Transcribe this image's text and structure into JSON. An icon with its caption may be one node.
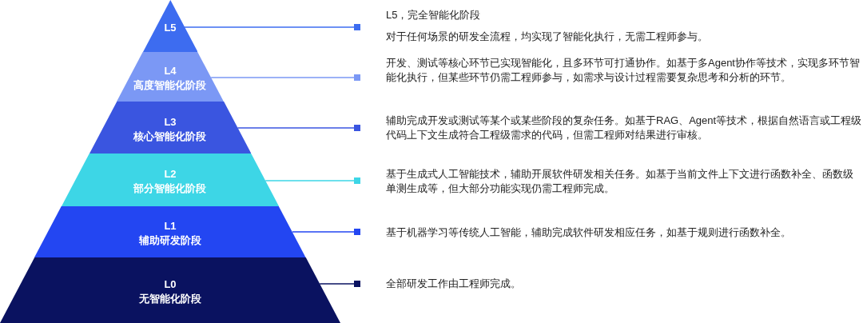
{
  "diagram": {
    "nodes": [
      {
        "text": [
          "L5"
        ]
      },
      {
        "text": [
          "L4",
          "高度智能化阶段"
        ]
      },
      {
        "text": [
          "L3",
          "核心智能化阶段"
        ]
      },
      {
        "text": [
          "L2",
          "部分智能化阶段"
        ]
      },
      {
        "text": [
          "L1",
          "辅助研发阶段"
        ]
      },
      {
        "text": [
          "L0",
          "无智能化阶段"
        ]
      },
      {
        "text": [
          "L5，完全智能化阶段",
          "对于任何场景的研发全流程，均实现了智能化执行，无需工程师参与。"
        ]
      },
      {
        "text": [
          "开发、测试等核心环节已实现智能化，且多环节可打通协作。如基于多Agent协作等技术，实现多环节智能化执行，但某些环节仍需工程师参与，如需求与设计过程需要复杂思考和分析的环节。"
        ]
      },
      {
        "text": [
          "辅助完成开发或测试等某个或某些阶段的复杂任务。如基于RAG、Agent等技术，根据自然语言或工程级代码上下文生成符合工程级需求的代码，但需工程师对结果进行审核。"
        ]
      },
      {
        "text": [
          "基于生成式人工智能技术，辅助开展软件研发相关任务。如基于当前文件上下文进行函数补全、函数级单测生成等，但大部分功能实现仍需工程师完成。"
        ]
      },
      {
        "text": [
          "基于机器学习等传统人工智能，辅助完成软件研发相应任务，如基于规则进行函数补全。"
        ]
      },
      {
        "text": [
          "全部研发工作由工程师完成。"
        ]
      }
    ],
    "edges": [
      {
        "from": 0,
        "to": 6,
        "arrow": "other",
        "color": "#3d6cf0"
      },
      {
        "from": 1,
        "to": 7,
        "arrow": "other",
        "color": "#7b98f5"
      },
      {
        "from": 2,
        "to": 8,
        "arrow": "other",
        "color": "#3a55e0"
      },
      {
        "from": 3,
        "to": 9,
        "arrow": "other",
        "color": "#3dd6e6"
      },
      {
        "from": 4,
        "to": 10,
        "arrow": "other",
        "color": "#2346f2"
      },
      {
        "from": 5,
        "to": 11,
        "arrow": "other",
        "color": "#0a1260"
      }
    ]
  }
}
